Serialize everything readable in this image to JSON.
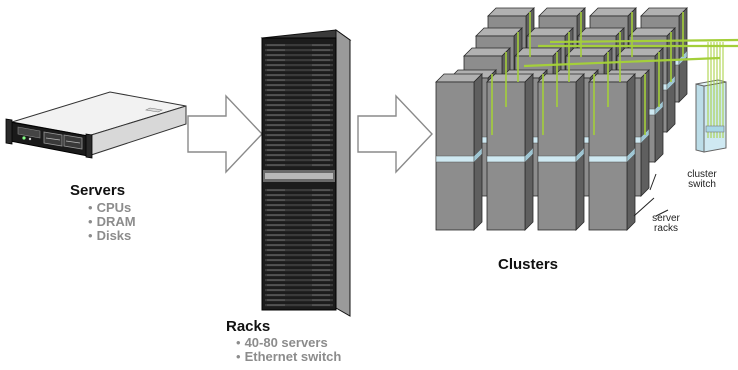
{
  "servers": {
    "title": "Servers",
    "items": [
      "CPUs",
      "DRAM",
      "Disks"
    ]
  },
  "racks": {
    "title": "Racks",
    "items": [
      "40-80 servers",
      "Ethernet switch"
    ]
  },
  "clusters": {
    "title": "Clusters",
    "server_racks_label": "server racks",
    "cluster_switch_label": "cluster switch"
  },
  "colors": {
    "rack_gray": "#8d8d8d",
    "rack_dark": "#5f5f5f",
    "cable_green": "#a4cf3a",
    "switch_blue": "#cfe9f2",
    "server_black": "#1c1c1c"
  }
}
